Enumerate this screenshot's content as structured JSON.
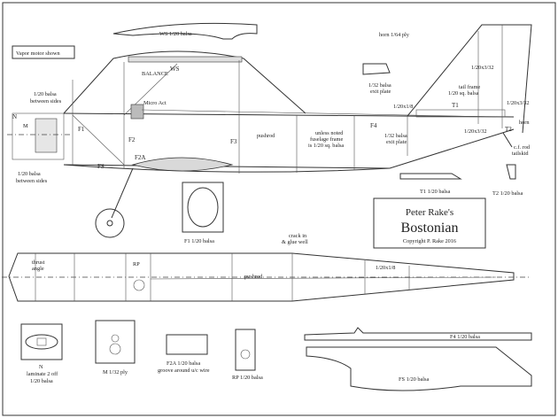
{
  "title_block": {
    "name_line": "Peter Rake's",
    "model": "Bostonian",
    "copyright": "Copyright P. Rake 2016"
  },
  "labels": {
    "vapor_motor": "Vapor motor shown",
    "ws_part": "WS 1/20 balsa",
    "horn_ply": "horn 1/64 ply",
    "ws_mark": "WS",
    "balance": "BALANCE",
    "between_sides_top": [
      "1/20 balsa",
      "between sides"
    ],
    "between_sides_bottom": [
      "1/20 balsa",
      "between sides"
    ],
    "n_mark": "N",
    "m_mark": "M",
    "f1_mark": "F1",
    "f2_mark": "F2",
    "f2a_mark": "F2A",
    "f3_mark": "F3",
    "f4_mark": "F4",
    "fs_mark": "FS",
    "micro_act": "Micro Act",
    "pushrod_side": "pushrod",
    "unless_noted": [
      "unless noted",
      "fuselage frame",
      "is 1/20 sq. balsa"
    ],
    "exit_plate_top": [
      "1/32 balsa",
      "exit plate"
    ],
    "exit_plate_mid": [
      "1/32 balsa",
      "exit plate"
    ],
    "tail_1_20x1_8": "1/20x1/8",
    "tail_3_32_top": "1/20x3/32",
    "tail_frame": [
      "tail frame",
      "1/20 sq. balsa"
    ],
    "tail_3_32_right": "1/20x3/32",
    "tail_3_32_low": "1/20x3/32",
    "t1_mark": "T1",
    "t2_mark": "T2",
    "horn": "horn",
    "cf_rod": [
      "c.f. rod",
      "tailskid"
    ],
    "t1_part": "T1 1/20 balsa",
    "t2_part": "T2 1/20 balsa",
    "f1_part": "F1 1/20 balsa",
    "crack": [
      "crack in",
      "& glue well"
    ],
    "thrust": [
      "thrust",
      "angle"
    ],
    "rp_mark": "RP",
    "pushrod_top": "pushrod",
    "top_1_20x1_8": "1/20x1/8",
    "n_part": [
      "N",
      "laminate 2 off",
      "1/20 balsa"
    ],
    "m_part": "M 1/32 ply",
    "f2a_part": [
      "F2A 1/20 balsa",
      "groove around u/c wire"
    ],
    "rp_part": "RP 1/20 balsa",
    "f4_part": "F4 1/20 balsa",
    "fs_part": "FS 1/20 balsa"
  }
}
